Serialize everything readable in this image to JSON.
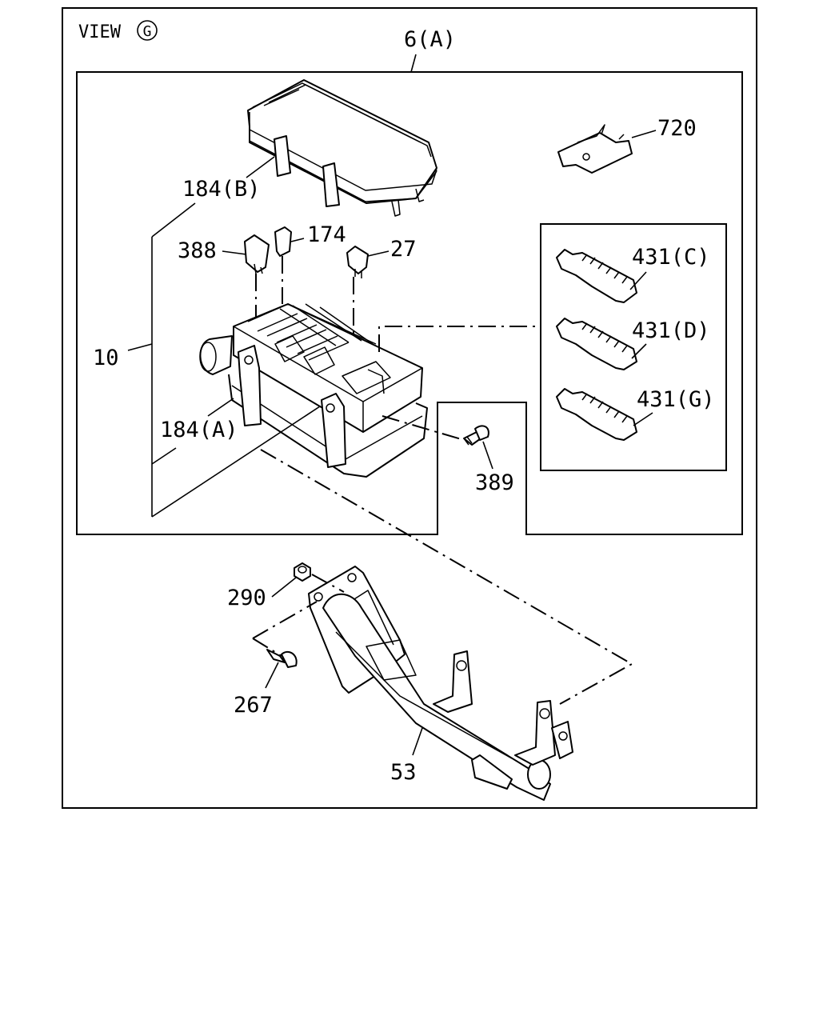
{
  "view": {
    "prefix": "VIEW",
    "letter": "G"
  },
  "callouts": {
    "assembly": "6(A)",
    "cover_clip": "184(B)",
    "block": "10",
    "body_clip": "184(A)",
    "relay": "388",
    "fuse_small": "174",
    "fuse": "27",
    "holder": "720",
    "conn_c": "431(C)",
    "conn_d": "431(D)",
    "conn_g": "431(G)",
    "bolt": "389",
    "nut": "290",
    "screw": "267",
    "bracket": "53"
  }
}
